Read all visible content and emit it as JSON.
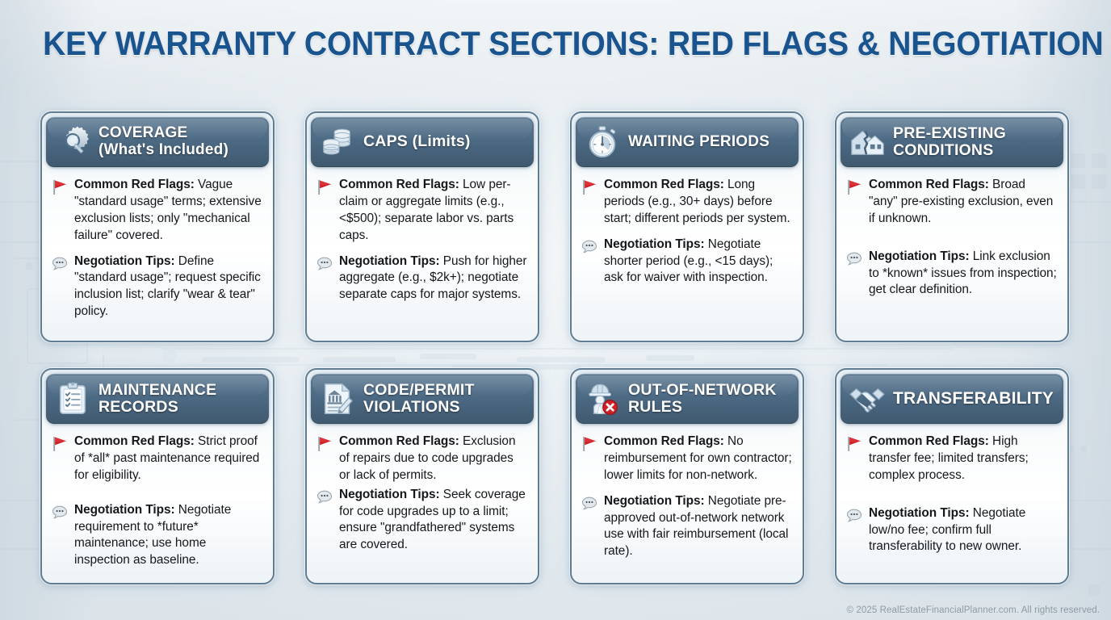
{
  "page": {
    "title": "KEY WARRANTY CONTRACT SECTIONS: RED FLAGS & NEGOTIATION TIPS",
    "footer": "© 2025 RealEstateFinancialPlanner.com. All rights reserved.",
    "title_color": "#19548f",
    "header_color": "#4d6a84",
    "flag_color": "#cf2026",
    "bubble_color": "#d8dde1"
  },
  "labels": {
    "red_flags": "Common Red Flags:",
    "tips": "Negotiation Tips:"
  },
  "cards": [
    {
      "id": "coverage",
      "icon": "gear-wrench-icon",
      "title": "COVERAGE\n(What's Included)",
      "red_flags": "Vague \"standard usage\" terms; extensive exclusion lists; only \"mechanical failure\" covered.",
      "tips": "Define \"standard usage\"; request specific inclusion list; clarify \"wear & tear\" policy."
    },
    {
      "id": "caps",
      "icon": "coin-stack-icon",
      "title": "CAPS (Limits)",
      "red_flags": "Low per-claim or aggregate limits (e.g., <$500); separate labor vs. parts caps.",
      "tips": "Push for higher aggregate (e.g., $2k+); negotiate separate caps for major systems."
    },
    {
      "id": "waiting-periods",
      "icon": "stopwatch-icon",
      "title": "WAITING PERIODS",
      "red_flags": "Long periods (e.g., 30+ days) before start; different periods per system.",
      "tips": "Negotiate shorter period (e.g., <15 days); ask for waiver with inspection."
    },
    {
      "id": "pre-existing-conditions",
      "icon": "cracked-house-icon",
      "title": "PRE-EXISTING\nCONDITIONS",
      "red_flags": "Broad \"any\" pre-existing exclusion, even if unknown.",
      "tips": "Link exclusion to *known* issues from inspection; get clear definition."
    },
    {
      "id": "maintenance-records",
      "icon": "clipboard-checklist-icon",
      "title": "MAINTENANCE\nRECORDS",
      "red_flags": "Strict proof of *all* past maintenance required for eligibility.",
      "tips": "Negotiate requirement to *future* maintenance; use home inspection as baseline."
    },
    {
      "id": "code-permit-violations",
      "icon": "permit-document-pencil-icon",
      "title": "CODE/PERMIT\nVIOLATIONS",
      "red_flags": "Exclusion of repairs due to code upgrades or lack of permits.",
      "tips": "Seek coverage for code upgrades up to a limit; ensure \"grandfathered\" systems are covered."
    },
    {
      "id": "out-of-network-rules",
      "icon": "contractor-blocked-icon",
      "title": "OUT-OF-NETWORK\nRULES",
      "red_flags": "No reimbursement for own contractor; lower limits for non-network.",
      "tips": "Negotiate pre-approved out-of-network network use with fair reimbursement (local rate)."
    },
    {
      "id": "transferability",
      "icon": "handshake-icon",
      "title": "TRANSFERABILITY",
      "red_flags": "High transfer fee; limited transfers; complex process.",
      "tips": "Negotiate low/no fee; confirm full transferability to new owner."
    }
  ]
}
